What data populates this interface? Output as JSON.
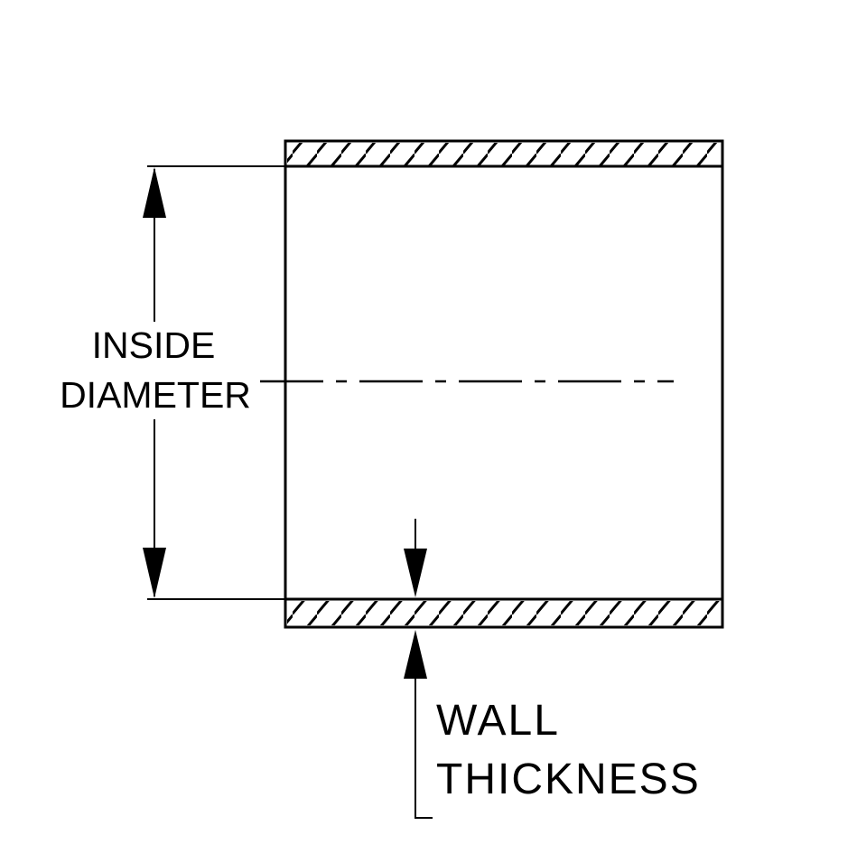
{
  "diagram": {
    "inside_diameter": {
      "line1": "INSIDE",
      "line2": "DIAMETER"
    },
    "wall_thickness": {
      "line1": "WALL",
      "line2": "THICKNESS"
    }
  },
  "colors": {
    "line": "#000000",
    "background": "#ffffff"
  }
}
